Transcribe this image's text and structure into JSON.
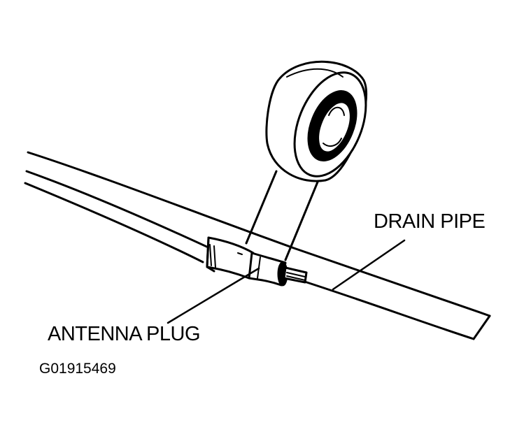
{
  "labels": {
    "drain_pipe": "DRAIN PIPE",
    "antenna_plug": "ANTENNA PLUG",
    "figure_code": "G01915469"
  },
  "colors": {
    "ink": "#000000",
    "paper": "#ffffff"
  }
}
